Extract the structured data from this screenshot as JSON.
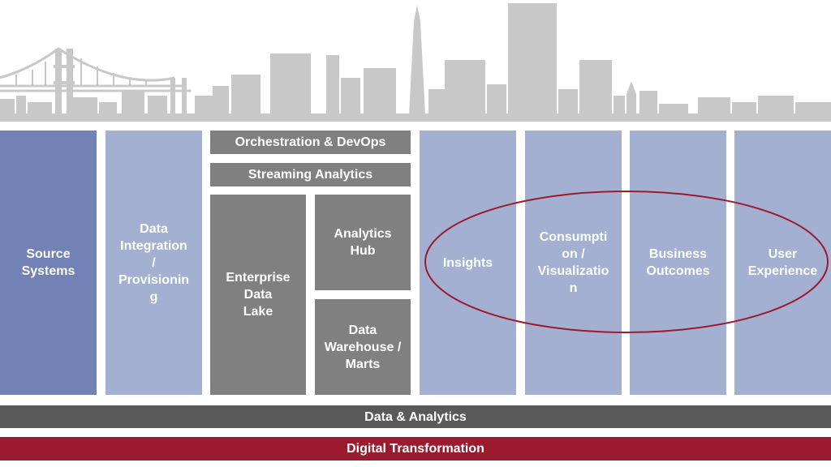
{
  "columns": {
    "source_systems": "Source\nSystems",
    "data_integration": "Data\nIntegration\n/\nProvisionin\ng",
    "orchestration": "Orchestration & DevOps",
    "streaming": "Streaming Analytics",
    "enterprise_lake": "Enterprise\nData\nLake",
    "analytics_hub": "Analytics\nHub",
    "data_warehouse": "Data\nWarehouse /\nMarts",
    "insights": "Insights",
    "consumption": "Consumpti\non /\nVisualizatio\nn",
    "business_outcomes": "Business\nOutcomes",
    "user_experience": "User\nExperience"
  },
  "bands": {
    "data_analytics": "Data & Analytics",
    "digital_transformation": "Digital Transformation"
  },
  "colors": {
    "dark_blue": "#7382b4",
    "light_blue": "#a3b0d1",
    "gray": "#808080",
    "dark_band": "#595959",
    "red_band": "#9b1b2e",
    "skyline": "#c8c8c8",
    "ellipse": "#9b1b2e"
  }
}
